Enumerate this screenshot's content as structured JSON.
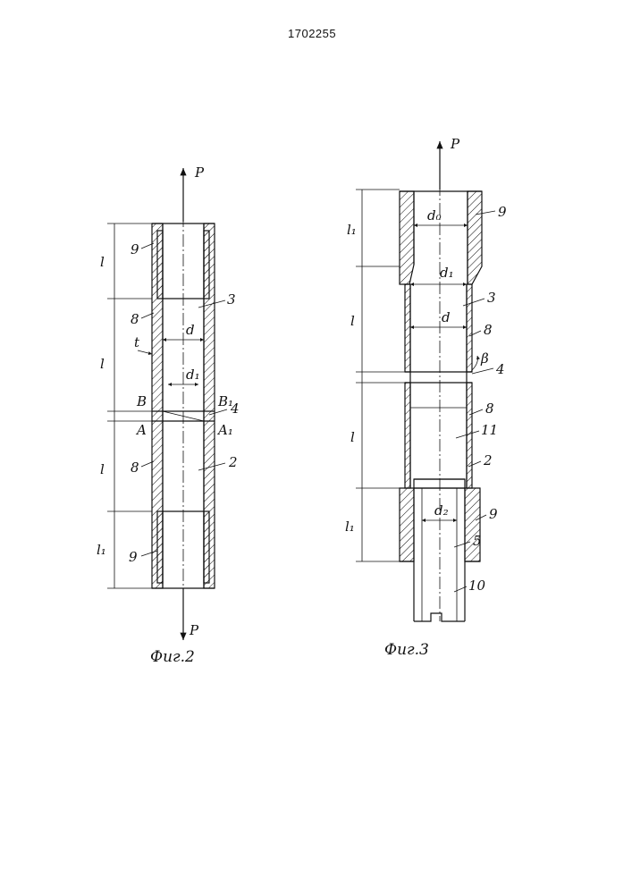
{
  "header": {
    "patent_number": "1702255"
  },
  "fig2": {
    "caption": "Фиг.2",
    "load_top": "P",
    "load_bottom": "P",
    "dim_labels": [
      "l",
      "l",
      "l",
      "l₁"
    ],
    "t_label": "t",
    "d_label": "d",
    "d1_label": "d₁",
    "section_labels": {
      "b": "B",
      "b1": "B₁",
      "a": "A",
      "a1": "A₁"
    },
    "part_numbers": {
      "top_sleeve": "9",
      "top_tube": "8",
      "bore_top": "3",
      "weld": "4",
      "bottom_tube": "8",
      "bore_bottom": "2",
      "bottom_sleeve": "9"
    }
  },
  "fig3": {
    "caption": "Фиг.3",
    "load_top": "P",
    "dim_labels": [
      "l₁",
      "l",
      "l",
      "l₁"
    ],
    "d0_label": "d₀",
    "d1_label": "d₁",
    "d_label": "d",
    "d2_label": "d₂",
    "beta_label": "β",
    "part_numbers": {
      "top_sleeve": "9",
      "bore_top": "3",
      "top_tube": "8",
      "weld": "4",
      "lower_tube": "8",
      "insert": "11",
      "bore_bottom": "2",
      "bottom_sleeve": "9",
      "rod": "5",
      "rod_end": "10"
    }
  }
}
